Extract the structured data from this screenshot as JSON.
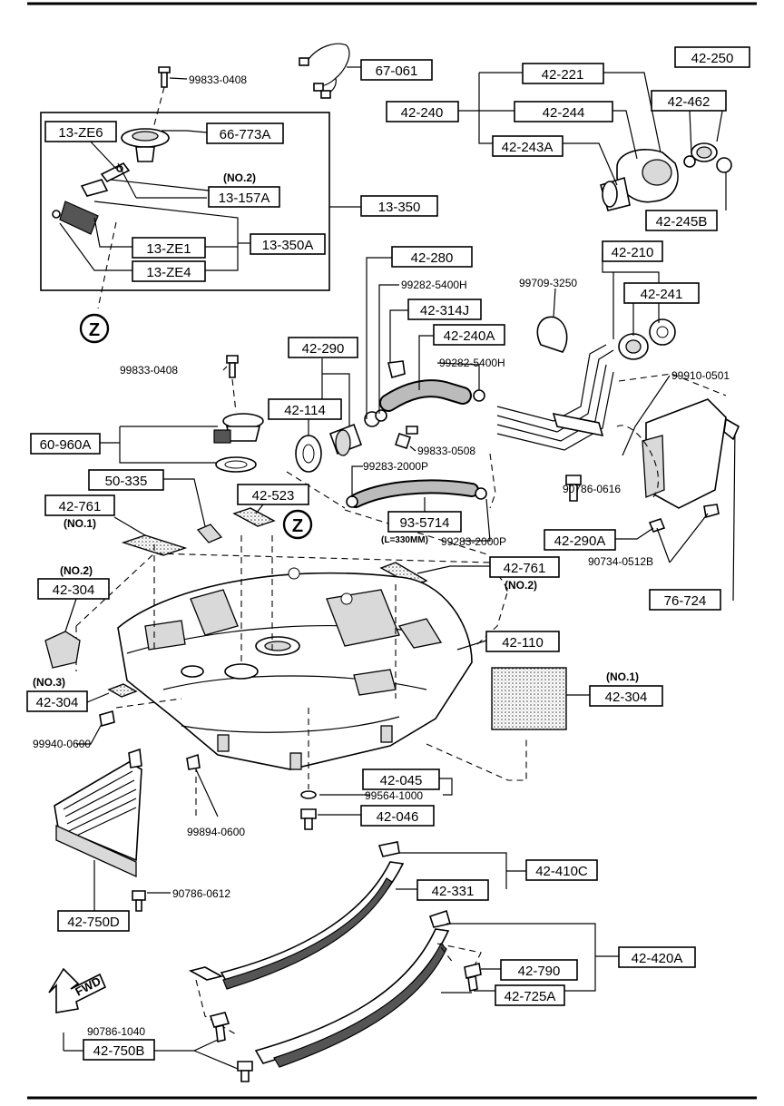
{
  "labels": {
    "p67_061": "67-061",
    "p42_221": "42-221",
    "p42_250": "42-250",
    "p42_462": "42-462",
    "p42_240": "42-240",
    "p42_244": "42-244",
    "p42_243A": "42-243A",
    "p42_245B": "42-245B",
    "p13_ZE6": "13-ZE6",
    "p66_773A": "66-773A",
    "p13_157A": "13-157A",
    "p13_350": "13-350",
    "p13_350A": "13-350A",
    "p13_ZE1": "13-ZE1",
    "p13_ZE4": "13-ZE4",
    "p42_280": "42-280",
    "p42_314J": "42-314J",
    "p42_240A": "42-240A",
    "p42_210": "42-210",
    "p42_241": "42-241",
    "p42_290": "42-290",
    "p42_114": "42-114",
    "p60_960A": "60-960A",
    "p50_335": "50-335",
    "p42_523": "42-523",
    "p42_761_a": "42-761",
    "p93_5714": "93-5714",
    "p42_290A": "42-290A",
    "p42_761_b": "42-761",
    "p42_304_a": "42-304",
    "p76_724": "76-724",
    "p42_110": "42-110",
    "p42_304_b": "42-304",
    "p42_304_c": "42-304",
    "p42_045": "42-045",
    "p42_046": "42-046",
    "p42_410C": "42-410C",
    "p42_331": "42-331",
    "p42_750D": "42-750D",
    "p42_790": "42-790",
    "p42_420A": "42-420A",
    "p42_725A": "42-725A",
    "p42_750B": "42-750B"
  },
  "codes": {
    "c99833_0408_a": "99833-0408",
    "c99833_0408_b": "99833-0408",
    "c99282_5400H_a": "99282-5400H",
    "c99282_5400H_b": "99282-5400H",
    "c99709_3250": "99709-3250",
    "c99910_0501": "99910-0501",
    "c99833_0508": "99833-0508",
    "c99283_2000P_a": "99283-2000P",
    "c99283_2000P_b": "99283-2000P",
    "c90786_0616": "90786-0616",
    "c90734_0512B": "90734-0512B",
    "c99940_0600": "99940-0600",
    "c99564_1000": "99564-1000",
    "c99894_0600": "99894-0600",
    "c90786_0612": "90786-0612",
    "c90786_1040": "90786-1040"
  },
  "notes": {
    "no2_a": "(NO.2)",
    "no1_a": "(NO.1)",
    "no2_b": "(NO.2)",
    "no2_c": "(NO.2)",
    "no3": "(NO.3)",
    "no1_b": "(NO.1)",
    "hose_length": "(L=330MM)",
    "z_marker": "Z",
    "fwd": "FWD"
  }
}
